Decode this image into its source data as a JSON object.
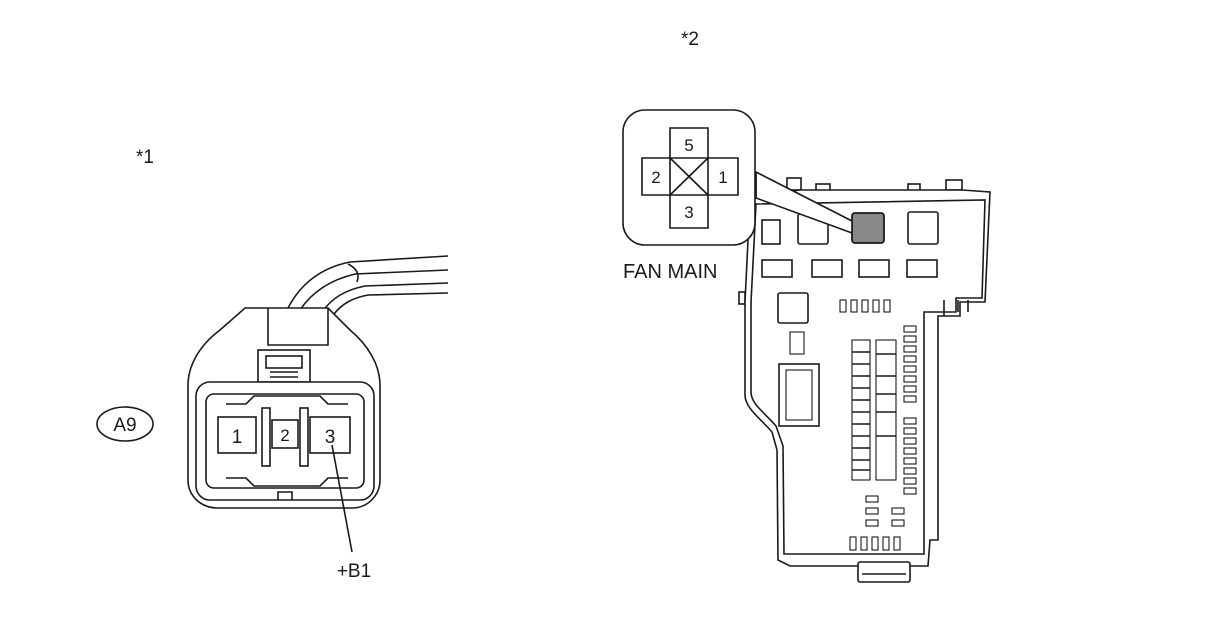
{
  "labels": {
    "view1": "*1",
    "view2": "*2",
    "connector_id": "A9",
    "terminal_signal": "+B1",
    "relay_name": "FAN MAIN"
  },
  "connector_pins": [
    "1",
    "2",
    "3"
  ],
  "relay_pins": {
    "top": "5",
    "left": "2",
    "right": "1",
    "bottom": "3"
  },
  "colors": {
    "highlight": "#888888",
    "line": "#1a1a1a"
  }
}
